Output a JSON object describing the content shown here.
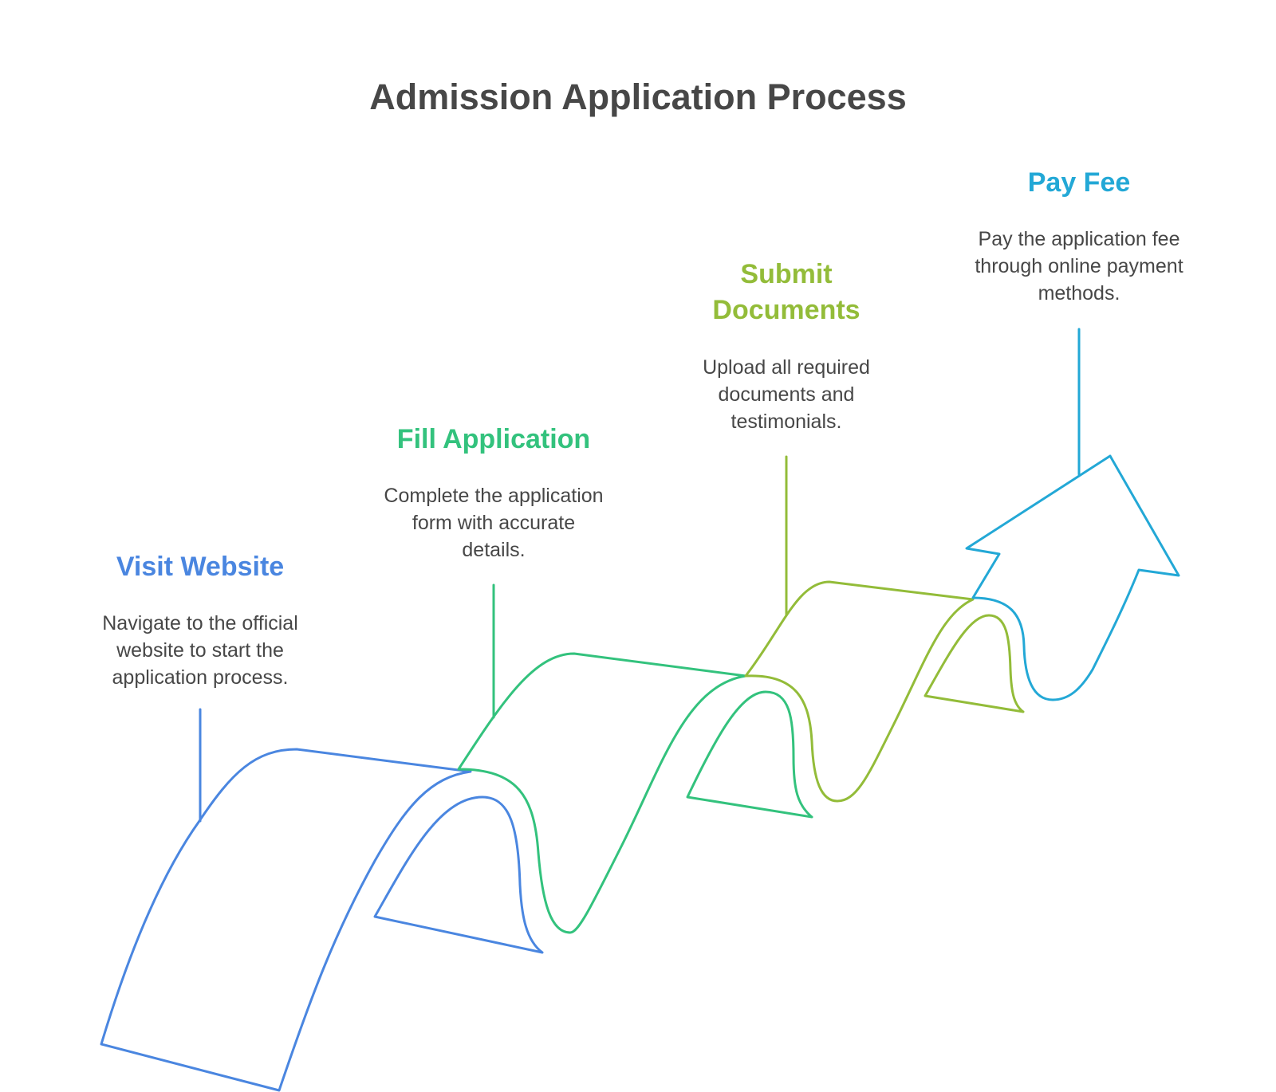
{
  "title": "Admission Application Process",
  "colors": {
    "title_text": "#474747",
    "body_text": "#474747",
    "step1": "#4A86E0",
    "step2": "#33C27D",
    "step3": "#93BC39",
    "step4": "#23A8D6"
  },
  "steps": [
    {
      "title": "Visit Website",
      "description": "Navigate to the official website to start the application process.",
      "color": "#4A86E0"
    },
    {
      "title": "Fill Application",
      "description": "Complete the application form with accurate details.",
      "color": "#33C27D"
    },
    {
      "title": "Submit Documents",
      "description": "Upload all required documents and testimonials.",
      "color": "#93BC39"
    },
    {
      "title": "Pay Fee",
      "description": "Pay the application fee through online payment methods.",
      "color": "#23A8D6"
    }
  ]
}
